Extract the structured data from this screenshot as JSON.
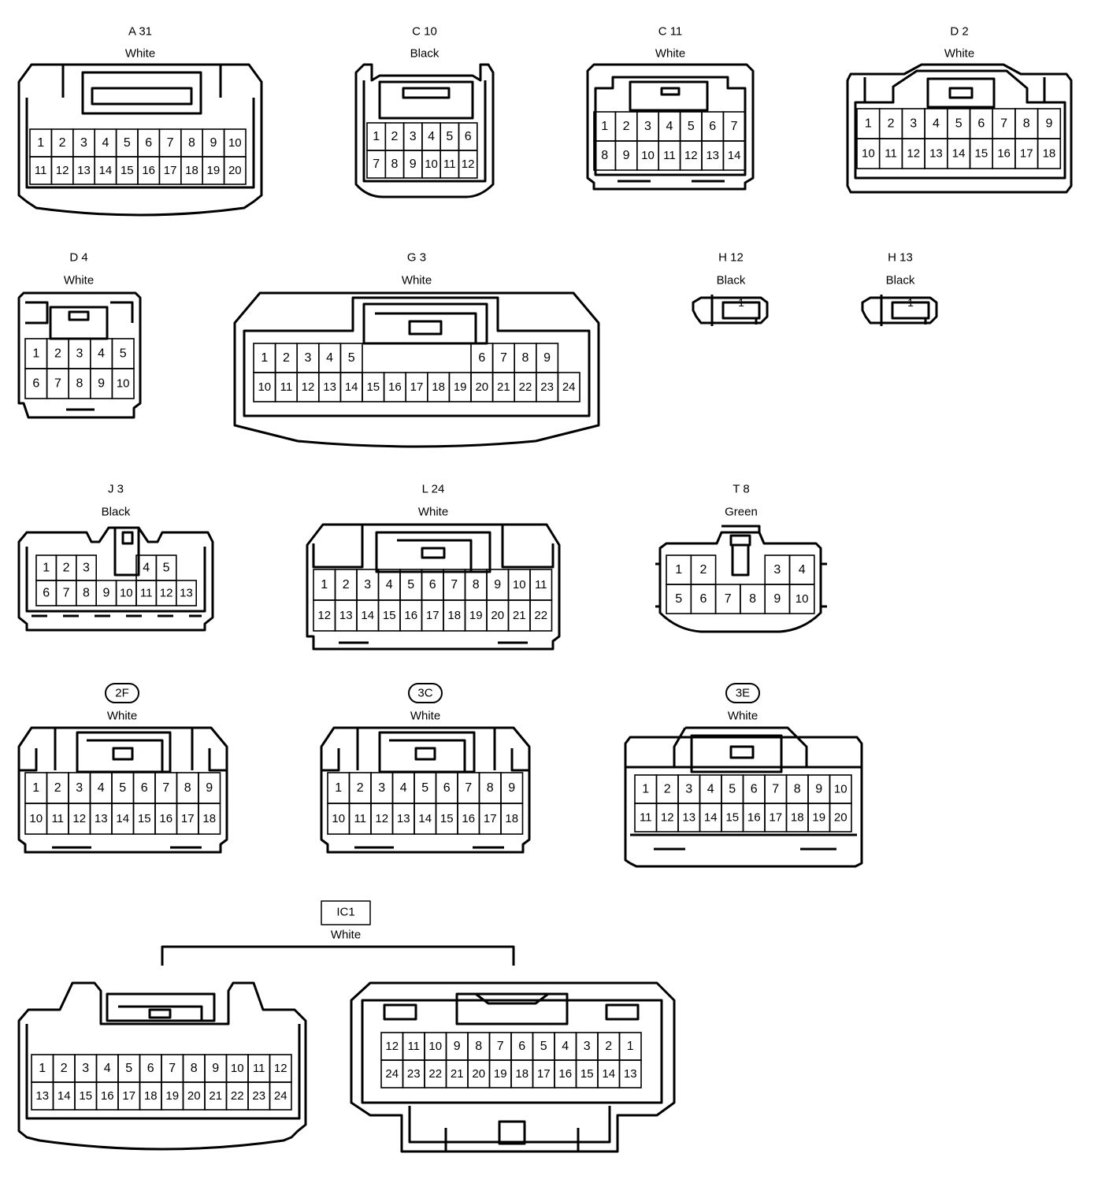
{
  "connectors": [
    {
      "id": "a31",
      "code": "A 31",
      "color": "White",
      "rows": [
        [
          "1",
          "2",
          "3",
          "4",
          "5",
          "6",
          "7",
          "8",
          "9",
          "10"
        ],
        [
          "11",
          "12",
          "13",
          "14",
          "15",
          "16",
          "17",
          "18",
          "19",
          "20"
        ]
      ]
    },
    {
      "id": "c10",
      "code": "C 10",
      "color": "Black",
      "rows": [
        [
          "1",
          "2",
          "3",
          "4",
          "5",
          "6"
        ],
        [
          "7",
          "8",
          "9",
          "10",
          "11",
          "12"
        ]
      ]
    },
    {
      "id": "c11",
      "code": "C 11",
      "color": "White",
      "rows": [
        [
          "1",
          "2",
          "3",
          "4",
          "5",
          "6",
          "7"
        ],
        [
          "8",
          "9",
          "10",
          "11",
          "12",
          "13",
          "14"
        ]
      ]
    },
    {
      "id": "d2",
      "code": "D 2",
      "color": "White",
      "rows": [
        [
          "1",
          "2",
          "3",
          "4",
          "5",
          "6",
          "7",
          "8",
          "9"
        ],
        [
          "10",
          "11",
          "12",
          "13",
          "14",
          "15",
          "16",
          "17",
          "18"
        ]
      ]
    },
    {
      "id": "d4",
      "code": "D 4",
      "color": "White",
      "rows": [
        [
          "1",
          "2",
          "3",
          "4",
          "5"
        ],
        [
          "6",
          "7",
          "8",
          "9",
          "10"
        ]
      ]
    },
    {
      "id": "g3",
      "code": "G 3",
      "color": "White",
      "rows": [
        [
          "1",
          "2",
          "3",
          "4",
          "5",
          "",
          "",
          "",
          "",
          "",
          "6",
          "7",
          "8",
          "9"
        ],
        [
          "10",
          "11",
          "12",
          "13",
          "14",
          "15",
          "16",
          "17",
          "18",
          "19",
          "20",
          "21",
          "22",
          "23",
          "24"
        ]
      ]
    },
    {
      "id": "h12",
      "code": "H 12",
      "color": "Black",
      "rows": [
        [
          "1"
        ]
      ]
    },
    {
      "id": "h13",
      "code": "H 13",
      "color": "Black",
      "rows": [
        [
          "1"
        ]
      ]
    },
    {
      "id": "j3",
      "code": "J 3",
      "color": "Black",
      "rows": [
        [
          "1",
          "2",
          "3",
          "",
          "",
          "4",
          "5"
        ],
        [
          "6",
          "7",
          "8",
          "9",
          "10",
          "11",
          "12",
          "13"
        ]
      ]
    },
    {
      "id": "l24",
      "code": "L 24",
      "color": "White",
      "rows": [
        [
          "1",
          "2",
          "3",
          "4",
          "5",
          "6",
          "7",
          "8",
          "9",
          "10",
          "11"
        ],
        [
          "12",
          "13",
          "14",
          "15",
          "16",
          "17",
          "18",
          "19",
          "20",
          "21",
          "22"
        ]
      ]
    },
    {
      "id": "t8",
      "code": "T 8",
      "color": "Green",
      "rows": [
        [
          "1",
          "2",
          "",
          "3",
          "4"
        ],
        [
          "5",
          "6",
          "7",
          "8",
          "9",
          "10"
        ]
      ]
    },
    {
      "id": "c2f",
      "code": "2F",
      "color": "White",
      "rows": [
        [
          "1",
          "2",
          "3",
          "4",
          "5",
          "6",
          "7",
          "8",
          "9"
        ],
        [
          "10",
          "11",
          "12",
          "13",
          "14",
          "15",
          "16",
          "17",
          "18"
        ]
      ]
    },
    {
      "id": "c3c",
      "code": "3C",
      "color": "White",
      "rows": [
        [
          "1",
          "2",
          "3",
          "4",
          "5",
          "6",
          "7",
          "8",
          "9"
        ],
        [
          "10",
          "11",
          "12",
          "13",
          "14",
          "15",
          "16",
          "17",
          "18"
        ]
      ]
    },
    {
      "id": "c3e",
      "code": "3E",
      "color": "White",
      "rows": [
        [
          "1",
          "2",
          "3",
          "4",
          "5",
          "6",
          "7",
          "8",
          "9",
          "10"
        ],
        [
          "11",
          "12",
          "13",
          "14",
          "15",
          "16",
          "17",
          "18",
          "19",
          "20"
        ]
      ]
    },
    {
      "id": "ic1a",
      "code": "IC1",
      "color": "White",
      "rows": [
        [
          "1",
          "2",
          "3",
          "4",
          "5",
          "6",
          "7",
          "8",
          "9",
          "10",
          "11",
          "12"
        ],
        [
          "13",
          "14",
          "15",
          "16",
          "17",
          "18",
          "19",
          "20",
          "21",
          "22",
          "23",
          "24"
        ]
      ]
    },
    {
      "id": "ic1b",
      "code": "",
      "color": "",
      "rows": [
        [
          "12",
          "11",
          "10",
          "9",
          "8",
          "7",
          "6",
          "5",
          "4",
          "3",
          "2",
          "1"
        ],
        [
          "24",
          "23",
          "22",
          "21",
          "20",
          "19",
          "18",
          "17",
          "16",
          "15",
          "14",
          "13"
        ]
      ]
    }
  ]
}
